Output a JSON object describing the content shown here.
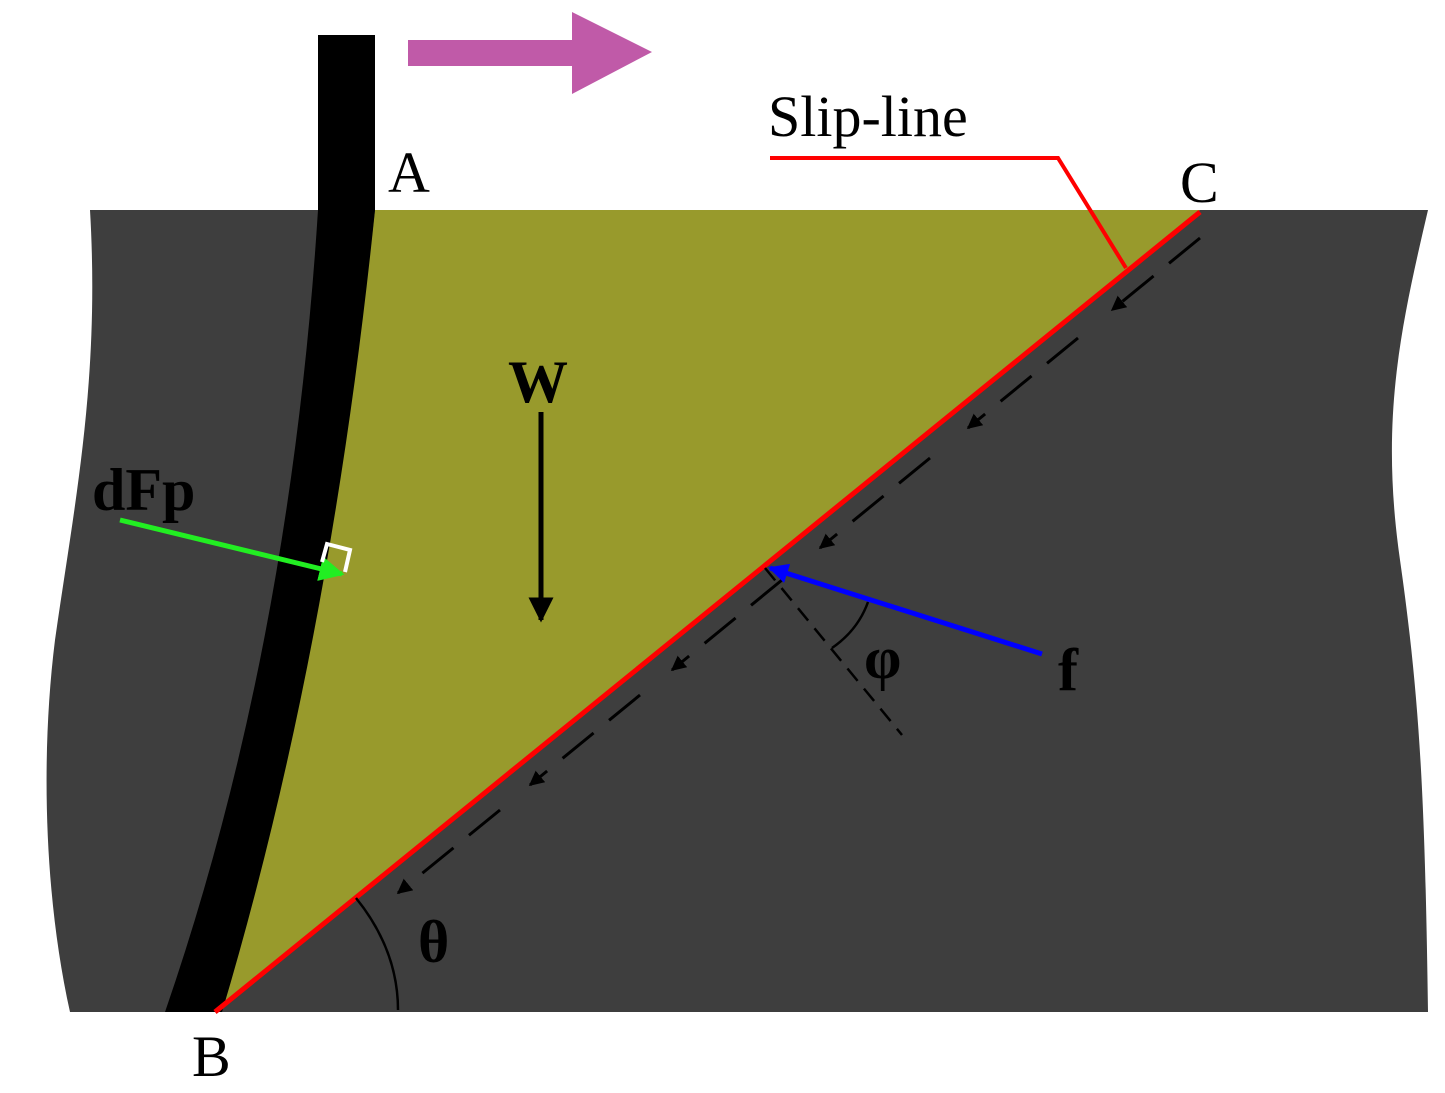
{
  "colors": {
    "background": "#ffffff",
    "soil": "#3e3e3e",
    "wedge": "#989a2c",
    "wall": "#000000",
    "slip_line": "#ff0000",
    "movement_arrow": "#c05aa8",
    "force_dFp": "#22ee22",
    "force_f": "#0000ff"
  },
  "labels": {
    "point_a": "A",
    "point_b": "B",
    "point_c": "C",
    "slip_line": "Slip-line",
    "weight": "W",
    "wall_force": "dFp",
    "friction_force": "f",
    "friction_angle": "φ",
    "slip_angle": "θ"
  },
  "icons": {
    "movement": "right-arrow-icon",
    "right_angle": "right-angle-marker-icon"
  }
}
